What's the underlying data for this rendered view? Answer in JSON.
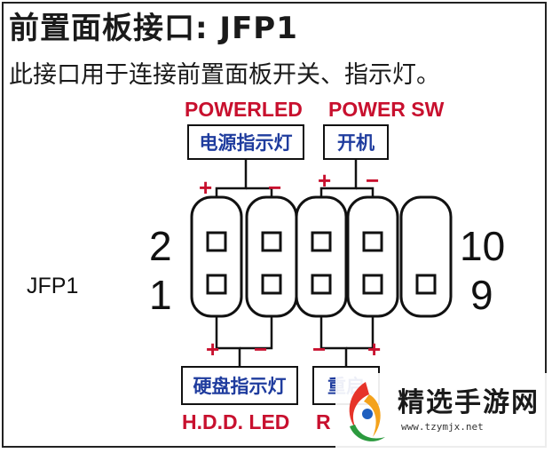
{
  "title": "前置面板接口: JFP1",
  "subtitle": "此接口用于连接前置面板开关、指示灯。",
  "top_labels": {
    "powerled": "POWERLED",
    "power_sw": "POWER SW"
  },
  "top_boxes": {
    "power_led": "电源指示灯",
    "power_switch": "开机"
  },
  "bottom_boxes": {
    "hdd_led": "硬盘指示灯",
    "reset": "重启"
  },
  "bottom_labels": {
    "hdd_led": "H.D.D. LED",
    "reset": "R"
  },
  "polarity": {
    "plus": "+",
    "minus": "−"
  },
  "pin_numbers": {
    "top_left": "2",
    "bottom_left": "1",
    "top_right": "10",
    "bottom_right": "9"
  },
  "header_name": "JFP1",
  "watermark": {
    "text": "精选手游网",
    "url": "www.tzymjx.net"
  },
  "colors": {
    "red_label": "#c8102e",
    "box_text": "#1f3c9e",
    "line": "#111111"
  }
}
